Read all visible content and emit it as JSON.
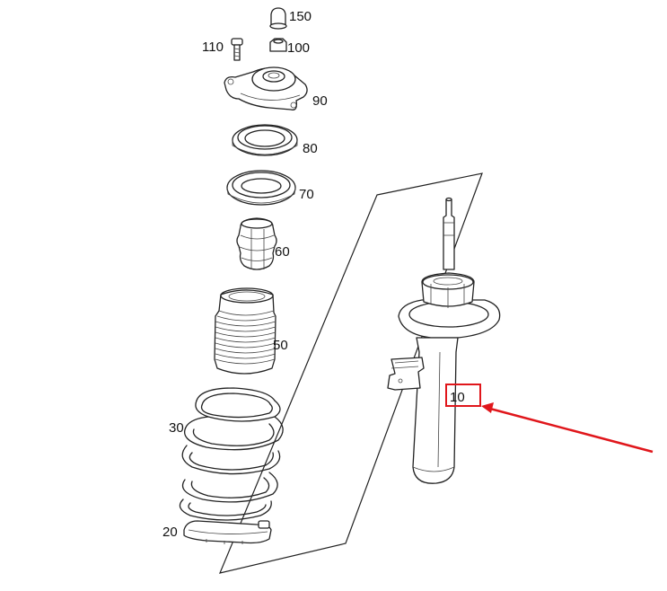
{
  "parts": {
    "p150": "150",
    "p110": "110",
    "p100": "100",
    "p90": "90",
    "p80": "80",
    "p70": "70",
    "p60": "60",
    "p50": "50",
    "p30": "30",
    "p20": "20",
    "p10": "10"
  },
  "colors": {
    "highlight": "#e0161b",
    "line": "#222222"
  },
  "highlighted_part": "10"
}
